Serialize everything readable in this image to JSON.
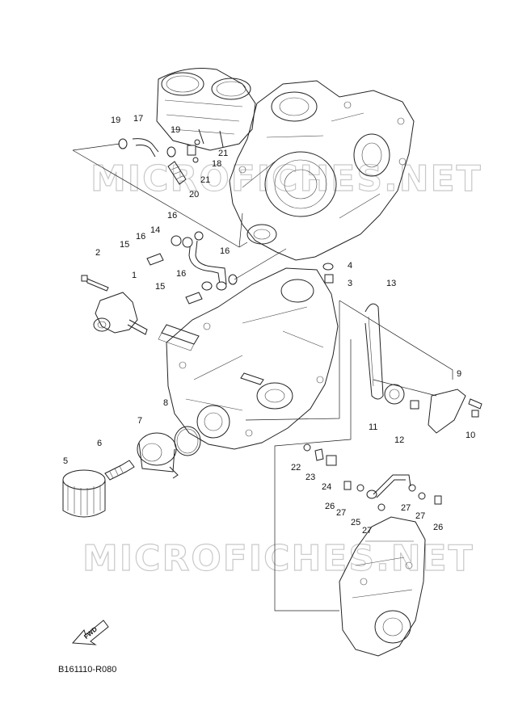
{
  "watermark": {
    "upper": "MICROFICHES.NET",
    "lower": "MICROFICHES.NET"
  },
  "reference_code": "B161110-R080",
  "fwd_label": "FWD",
  "callouts": [
    "1",
    "2",
    "3",
    "4",
    "5",
    "6",
    "7",
    "8",
    "9",
    "10",
    "11",
    "12",
    "13",
    "14",
    "15",
    "15",
    "16",
    "16",
    "16",
    "16",
    "17",
    "18",
    "19",
    "19",
    "20",
    "21",
    "21",
    "22",
    "23",
    "24",
    "25",
    "26",
    "26",
    "27",
    "27",
    "27",
    "27"
  ]
}
